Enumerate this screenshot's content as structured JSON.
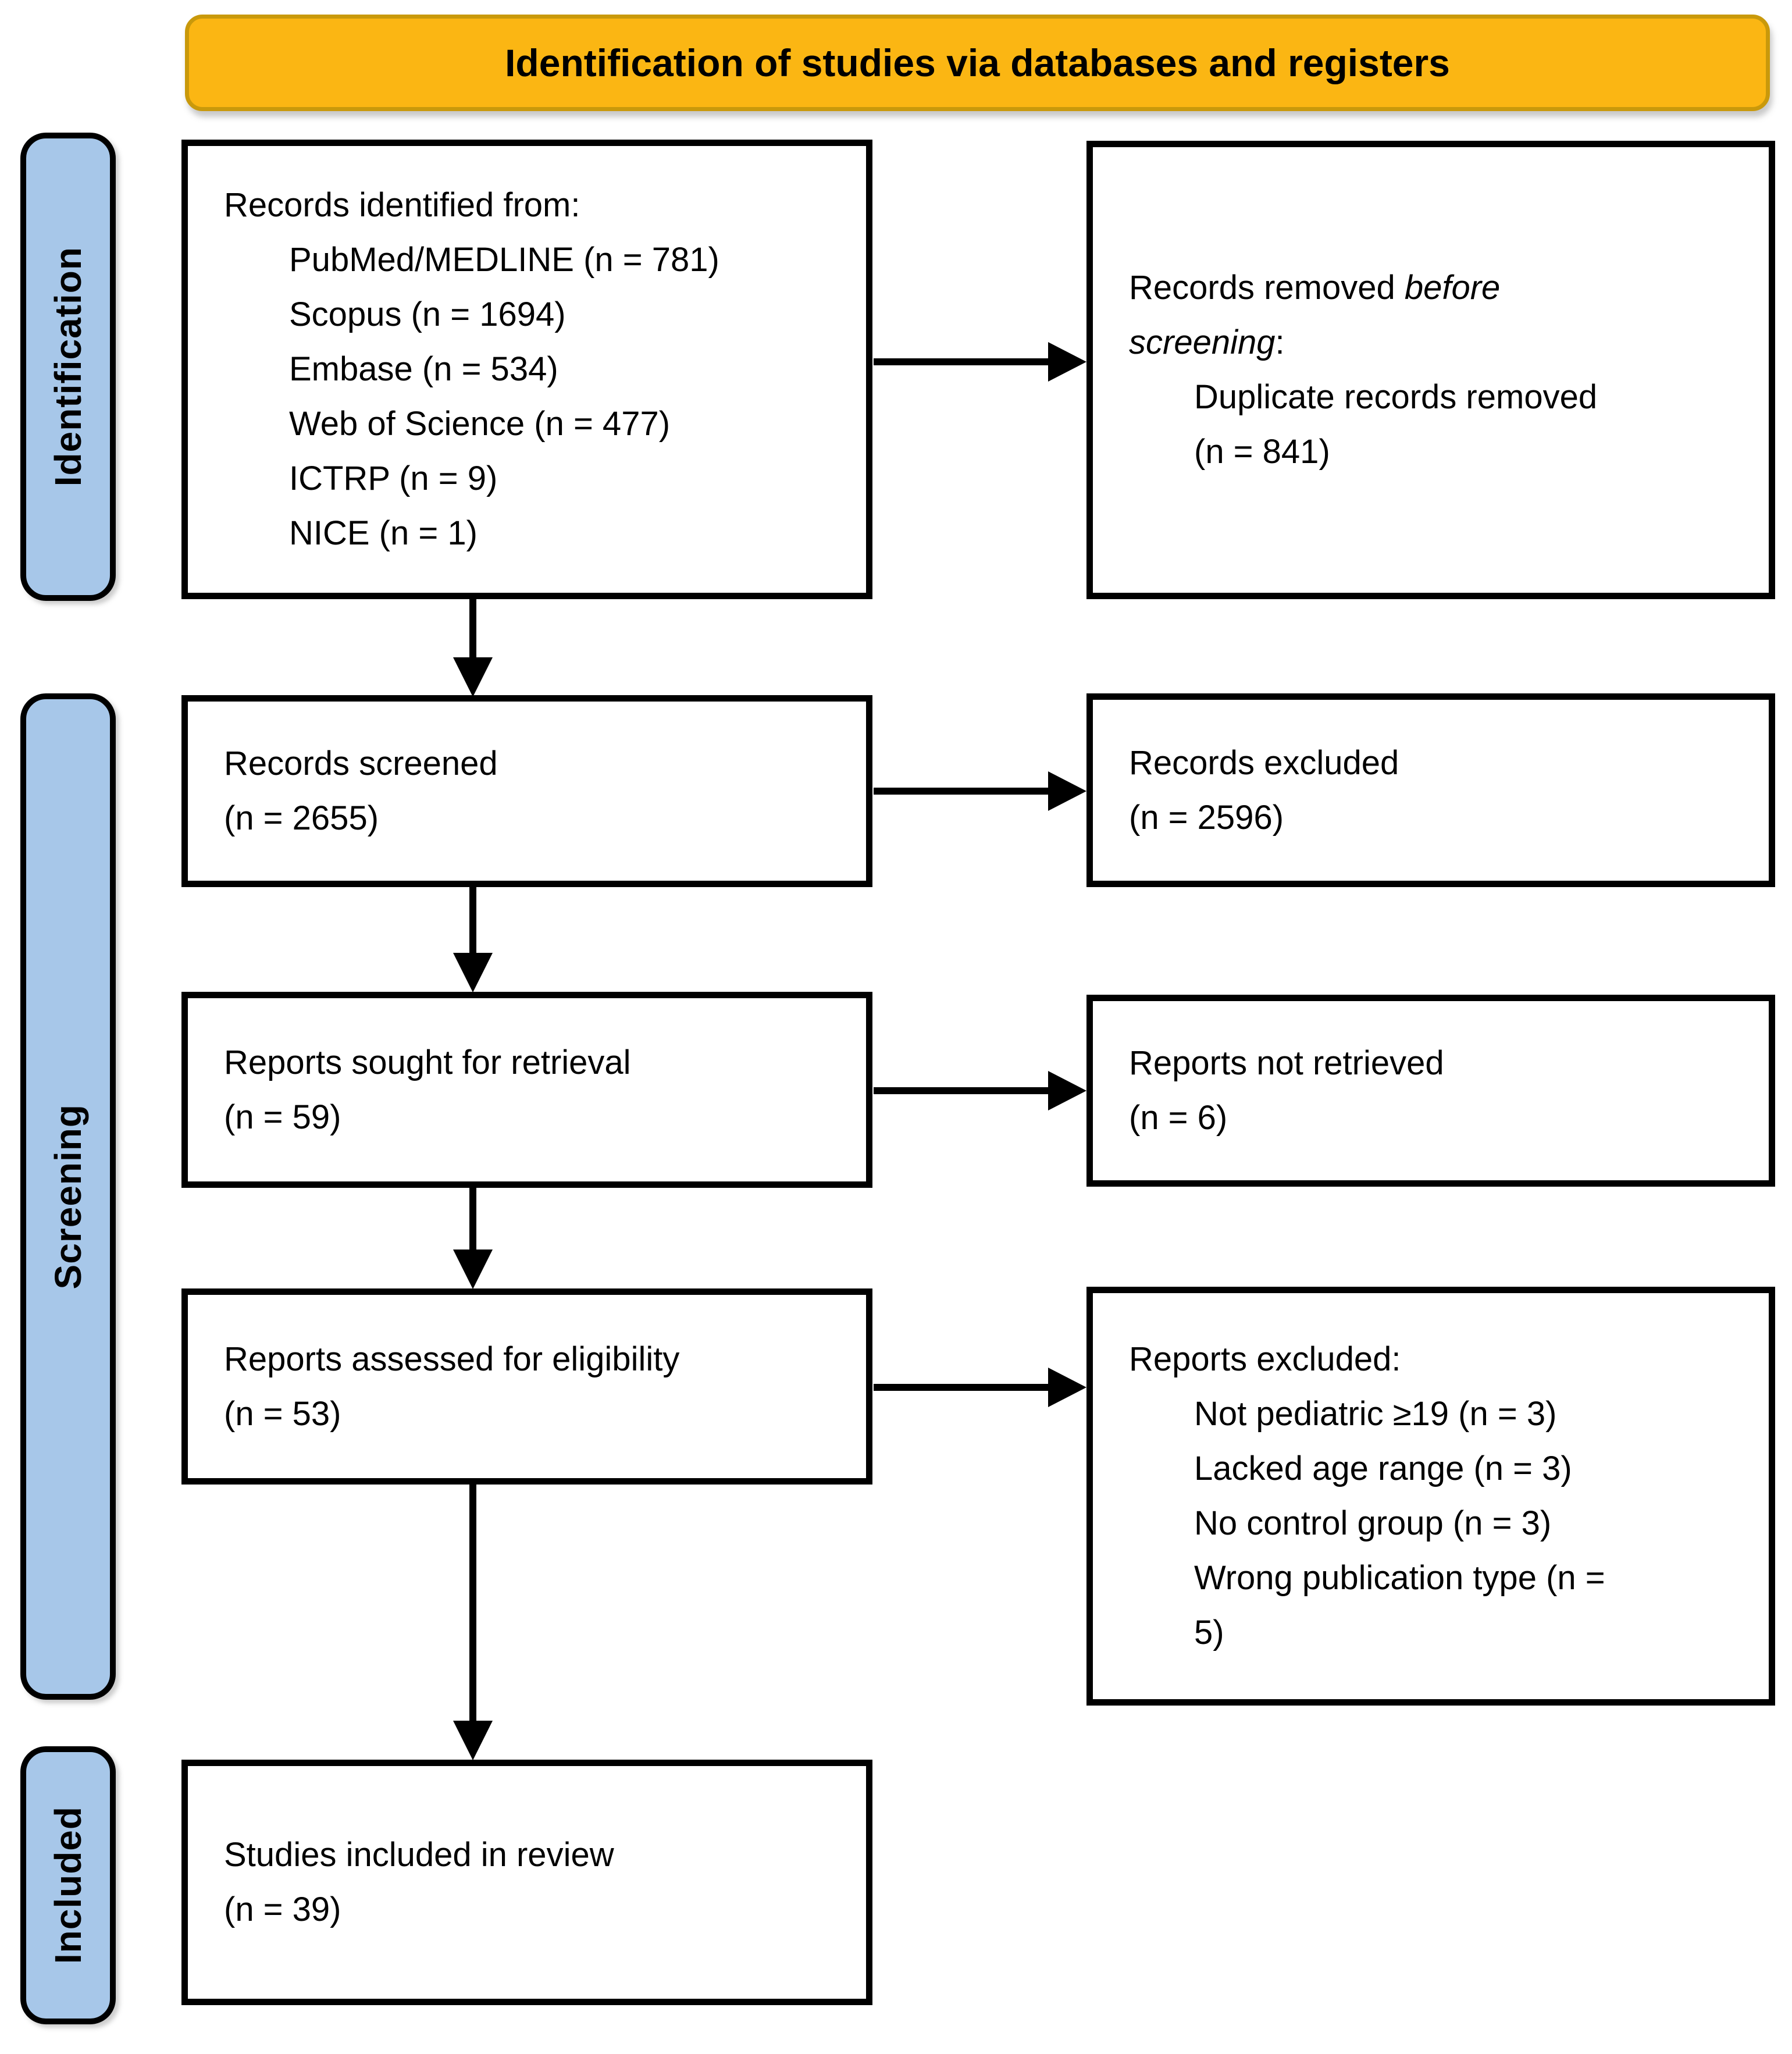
{
  "title_banner": {
    "label": "Identification of studies via databases and registers"
  },
  "colors": {
    "banner_bg": "#FBB613",
    "banner_border": "#C9990B",
    "stage_bg": "#A7C7E9",
    "box_border": "#000000"
  },
  "stages": {
    "identification": "Identification",
    "screening": "Screening",
    "included": "Included"
  },
  "boxes": {
    "records_identified": {
      "title": "Records identified from:",
      "items": [
        "PubMed/MEDLINE (n = 781)",
        "Scopus (n = 1694)",
        "Embase (n = 534)",
        "Web of Science (n = 477)",
        "ICTRP (n = 9)",
        "NICE (n = 1)"
      ]
    },
    "records_removed": {
      "prefix": "Records removed ",
      "italic": "before screening",
      "suffix": ":",
      "items": [
        "Duplicate records removed (n = 841)"
      ]
    },
    "records_screened": {
      "line1": "Records screened",
      "line2": "(n = 2655)"
    },
    "records_excluded": {
      "line1": "Records excluded",
      "line2": "(n = 2596)"
    },
    "reports_sought": {
      "line1": "Reports sought for retrieval",
      "line2": "(n = 59)"
    },
    "reports_not_retrieved": {
      "line1": "Reports not retrieved",
      "line2": "(n = 6)"
    },
    "reports_assessed": {
      "line1": "Reports assessed for eligibility",
      "line2": "(n = 53)"
    },
    "reports_excluded": {
      "title": "Reports excluded:",
      "items": [
        "Not pediatric ≥19 (n = 3)",
        "Lacked age range (n = 3)",
        "No control group (n = 3)",
        "Wrong publication type (n = 5)"
      ]
    },
    "studies_included": {
      "line1": "Studies included in review",
      "line2": "(n = 39)"
    }
  }
}
